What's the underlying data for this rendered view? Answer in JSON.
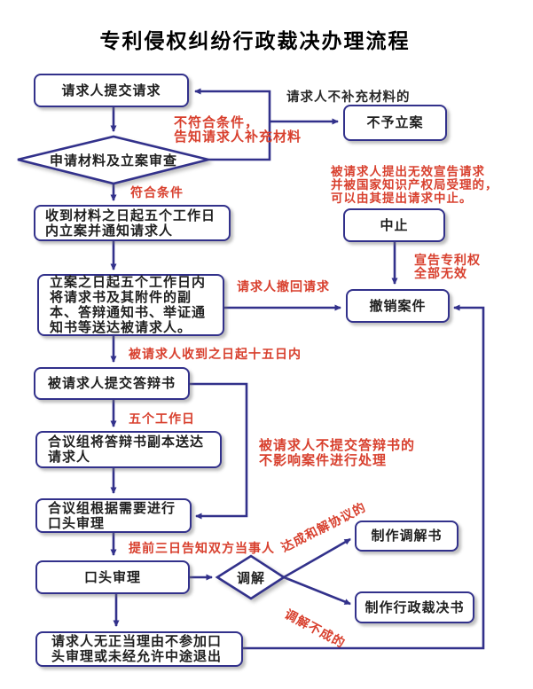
{
  "title": "专利侵权纠纷行政裁决办理流程",
  "colors": {
    "line": "#32318b",
    "annotation_red": "#d8402e",
    "node_fill": "#ffffff",
    "text": "#1f1f1f"
  },
  "nodes": {
    "submit": {
      "label": "请求人提交请求"
    },
    "review": {
      "label": "申请材料及立案审查"
    },
    "no_case": {
      "label": "不予立案"
    },
    "receive": {
      "label": "收到材料之日起五个工作日\n内立案并通知请求人"
    },
    "suspend": {
      "label": "中止"
    },
    "docket": {
      "label": "立案之日起五个工作日内\n将请求书及其附件的副\n本、答辩通知书、举证通\n知书等送达被请求人。"
    },
    "withdraw_case": {
      "label": "撤销案件"
    },
    "reply": {
      "label": "被请求人提交答辩书"
    },
    "deliver": {
      "label": "合议组将答辩书副本送达\n请求人"
    },
    "oral_need": {
      "label": "合议组根据需要进行\n口头审理"
    },
    "oral": {
      "label": "口头审理"
    },
    "mediate": {
      "label": "调解"
    },
    "mediation_doc": {
      "label": "制作调解书"
    },
    "ruling_doc": {
      "label": "制作行政裁决书"
    },
    "absent": {
      "label": "请求人无正当理由不参加口\n头审理或未经允许中途退出"
    }
  },
  "annotations": {
    "no_supplement": "请求人不补充材料的",
    "not_qualified": "不符合条件，\n告知请求人补充材料",
    "qualified": "符合条件",
    "invalid_request": "被请求人提出无效宣告请求\n并被国家知识产权局受理的，\n可以由其提出请求中止。",
    "declare_invalid": "宣告专利权\n全部无效",
    "withdraw_request": "请求人撤回请求",
    "within_15_days": "被请求人收到之日起十五日内",
    "five_workdays": "五个工作日",
    "no_reply": "被请求人不提交答辩书的\n不影响案件进行处理",
    "notify_3_days": "提前三日告知双方当事人",
    "agreement_reached": "达成和解协议的",
    "mediation_failed": "调解不成的"
  }
}
